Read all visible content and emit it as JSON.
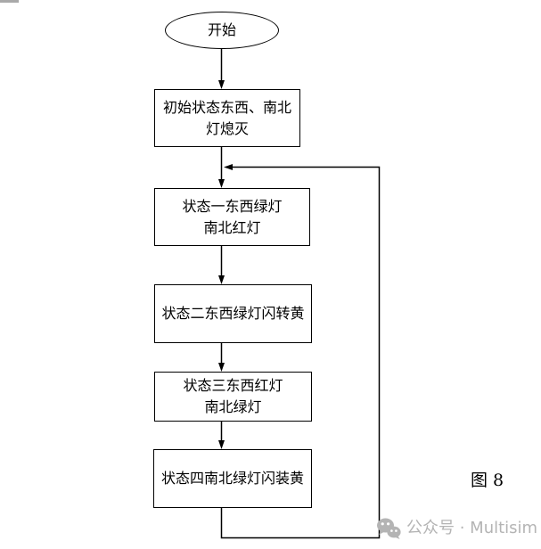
{
  "figure_caption": "图 8",
  "flowchart": {
    "start_label": "开始",
    "nodes": [
      {
        "lines": [
          "初始状态东西、南北",
          "灯熄灭"
        ]
      },
      {
        "lines": [
          "状态一东西绿灯",
          "南北红灯"
        ]
      },
      {
        "lines": [
          "状态二东西绿灯闪转黄"
        ]
      },
      {
        "lines": [
          "状态三东西红灯",
          "南北绿灯"
        ]
      },
      {
        "lines": [
          "状态四南北绿灯闪装黄"
        ]
      }
    ]
  },
  "watermark": {
    "icon": "wechat-icon",
    "text": "公众号 · Multisim"
  },
  "colors": {
    "line": "#000000",
    "background": "#ffffff",
    "watermark_gray": "#b4b4b4",
    "top_bar_gray": "#a9a9a9"
  }
}
